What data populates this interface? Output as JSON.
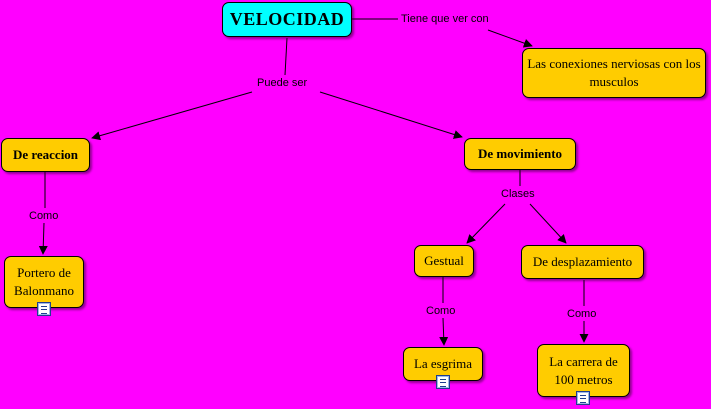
{
  "concept_map": {
    "nodes": {
      "velocidad": "VELOCIDAD",
      "conexiones": "Las conexiones nerviosas con los musculos",
      "reaccion": "De reaccion",
      "movimiento": "De movimiento",
      "portero": "Portero de Balonmano",
      "gestual": "Gestual",
      "desplazamiento": "De desplazamiento",
      "esgrima": "La esgrima",
      "carrera": "La carrera de 100 metros"
    },
    "links": {
      "tiene_que_ver": "Tiene que ver con",
      "puede_ser": "Puede ser",
      "como_reaccion": "Como",
      "clases": "Clases",
      "como_gestual": "Como",
      "como_desplazamiento": "Como"
    },
    "icons": {
      "portero": "document-icon",
      "esgrima": "document-icon",
      "carrera": "document-icon"
    },
    "colors": {
      "background": "#ff00ff",
      "root_fill": "#00ffff",
      "node_fill": "#ffcc00"
    }
  }
}
